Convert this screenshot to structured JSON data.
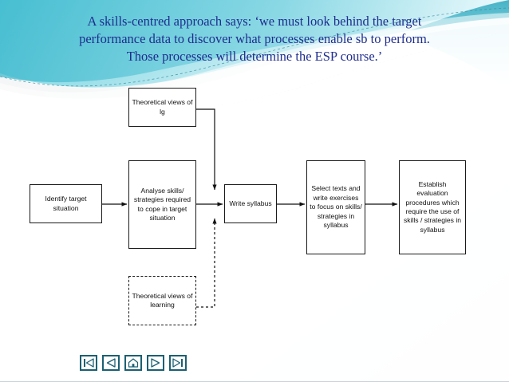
{
  "slide": {
    "title_lines": [
      "A skills-centred approach says: ‘we must look behind the target",
      "performance data to discover what processes enable sb to perform.",
      "Those processes will determine the ESP course.’"
    ],
    "title_color": "#1f2d8f",
    "background_accent": "#5ecfdf"
  },
  "diagram": {
    "type": "flowchart",
    "nodes": [
      {
        "id": "identify",
        "label": "Identify target situation",
        "style": "solid"
      },
      {
        "id": "analyse",
        "label": "Analyse skills/ strategies required to cope in target situation",
        "style": "solid"
      },
      {
        "id": "theo_lg",
        "label": "Theoretical views of lg",
        "style": "solid"
      },
      {
        "id": "theo_learn",
        "label": "Theoretical views of learning",
        "style": "dashed"
      },
      {
        "id": "write",
        "label": "Write syllabus",
        "style": "solid"
      },
      {
        "id": "select",
        "label": "Select texts and write exercises to focus on skills/ strategies in syllabus",
        "style": "solid"
      },
      {
        "id": "establish",
        "label": "Establish evaluation procedures which require the use of skills / strategies in syllabus",
        "style": "solid"
      }
    ],
    "edges": [
      {
        "from": "identify",
        "to": "analyse",
        "style": "solid"
      },
      {
        "from": "analyse",
        "to": "write",
        "style": "solid"
      },
      {
        "from": "theo_lg",
        "to": "write",
        "style": "solid"
      },
      {
        "from": "theo_learn",
        "to": "write",
        "style": "dashed"
      },
      {
        "from": "write",
        "to": "select",
        "style": "solid"
      },
      {
        "from": "select",
        "to": "establish",
        "style": "solid"
      }
    ]
  },
  "nav": {
    "buttons": [
      {
        "name": "first-slide",
        "icon": "first-icon",
        "title": "First"
      },
      {
        "name": "previous-slide",
        "icon": "previous-icon",
        "title": "Previous"
      },
      {
        "name": "home",
        "icon": "home-icon",
        "title": "Home"
      },
      {
        "name": "next-slide",
        "icon": "next-icon",
        "title": "Next"
      },
      {
        "name": "last-slide",
        "icon": "last-icon",
        "title": "Last"
      }
    ],
    "color": "#1b6073"
  }
}
